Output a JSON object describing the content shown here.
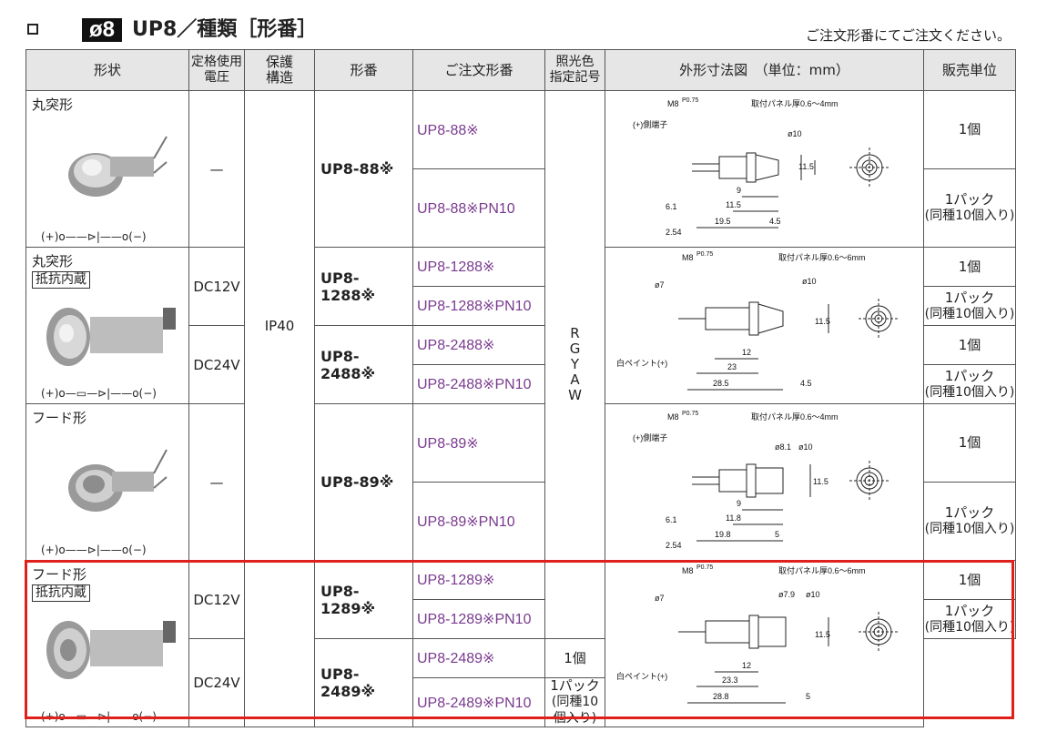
{
  "header": {
    "bullet": "❏",
    "diameter": "ø8",
    "title": "UP8／種類［形番］",
    "note": "ご注文形番にてご注文ください。"
  },
  "table": {
    "headers": {
      "shape": "形状",
      "voltage": "定格使用\n電圧",
      "protection": "保護\n構造",
      "model": "形番",
      "order": "ご注文形番",
      "color": "照光色\n指定記号",
      "dims": "外形寸法図　（単位：mm）",
      "unit": "販売単位"
    },
    "protection": "IP40",
    "colors": "R\nG\nY\nA\nW",
    "unit_single": "1個",
    "unit_pack": "1パック",
    "unit_pack_sub": "(同種10個入り)",
    "groups": [
      {
        "shape": "丸突形",
        "resist": "",
        "circuit": "(+)o——⊳|——o(−)",
        "voltage": "—",
        "rows": [
          {
            "model": "UP8-88※",
            "orders": [
              "UP8-88※",
              "UP8-88※PN10"
            ]
          }
        ],
        "dims": {
          "thread": "M8",
          "pitch": "P0.75",
          "panel": "取付パネル厚0.6〜4mm",
          "side": "(+)側端子",
          "d1": "ø10",
          "h": "11.5",
          "a": "9",
          "b": "11.5",
          "c": "19.5",
          "d": "4.5",
          "e": "6.1",
          "f": "2.54"
        }
      },
      {
        "shape": "丸突形",
        "resist": "抵抗内蔵",
        "circuit": "(+)o—▭—⊳|——o(−)",
        "rows": [
          {
            "voltage": "DC12V",
            "model": "UP8-1288※",
            "orders": [
              "UP8-1288※",
              "UP8-1288※PN10"
            ]
          },
          {
            "voltage": "DC24V",
            "model": "UP8-2488※",
            "orders": [
              "UP8-2488※",
              "UP8-2488※PN10"
            ]
          }
        ],
        "dims": {
          "thread": "M8",
          "pitch": "P0.75",
          "panel": "取付パネル厚0.6〜6mm",
          "d0": "ø7",
          "d1": "ø10",
          "h": "11.5",
          "a": "12",
          "b": "23",
          "c": "28.5",
          "d": "4.5",
          "paint": "白ペイント(+)"
        }
      },
      {
        "shape": "フード形",
        "resist": "",
        "circuit": "(+)o——⊳|——o(−)",
        "voltage": "—",
        "rows": [
          {
            "model": "UP8-89※",
            "orders": [
              "UP8-89※",
              "UP8-89※PN10"
            ]
          }
        ],
        "dims": {
          "thread": "M8",
          "pitch": "P0.75",
          "panel": "取付パネル厚0.6〜4mm",
          "side": "(+)側端子",
          "d0": "ø8.1",
          "d1": "ø10",
          "h": "11.5",
          "a": "9",
          "b": "11.8",
          "c": "19.8",
          "d": "5",
          "e": "6.1",
          "f": "2.54"
        }
      },
      {
        "shape": "フード形",
        "resist": "抵抗内蔵",
        "circuit": "(+)o—▭—⊳|——o(−)",
        "rows": [
          {
            "voltage": "DC12V",
            "model": "UP8-1289※",
            "orders": [
              "UP8-1289※",
              "UP8-1289※PN10"
            ]
          },
          {
            "voltage": "DC24V",
            "model": "UP8-2489※",
            "orders": [
              "UP8-2489※",
              "UP8-2489※PN10"
            ]
          }
        ],
        "dims": {
          "thread": "M8",
          "pitch": "P0.75",
          "panel": "取付パネル厚0.6〜6mm",
          "d0": "ø7",
          "d2": "ø7.9",
          "d1": "ø10",
          "h": "11.5",
          "a": "12",
          "b": "23.3",
          "c": "28.8",
          "d": "5",
          "paint": "白ペイント(+)"
        }
      }
    ]
  },
  "colors": {
    "order_text": "#7a3a8f",
    "highlight": "#e0201b",
    "header_bg": "#e6e6e6"
  }
}
